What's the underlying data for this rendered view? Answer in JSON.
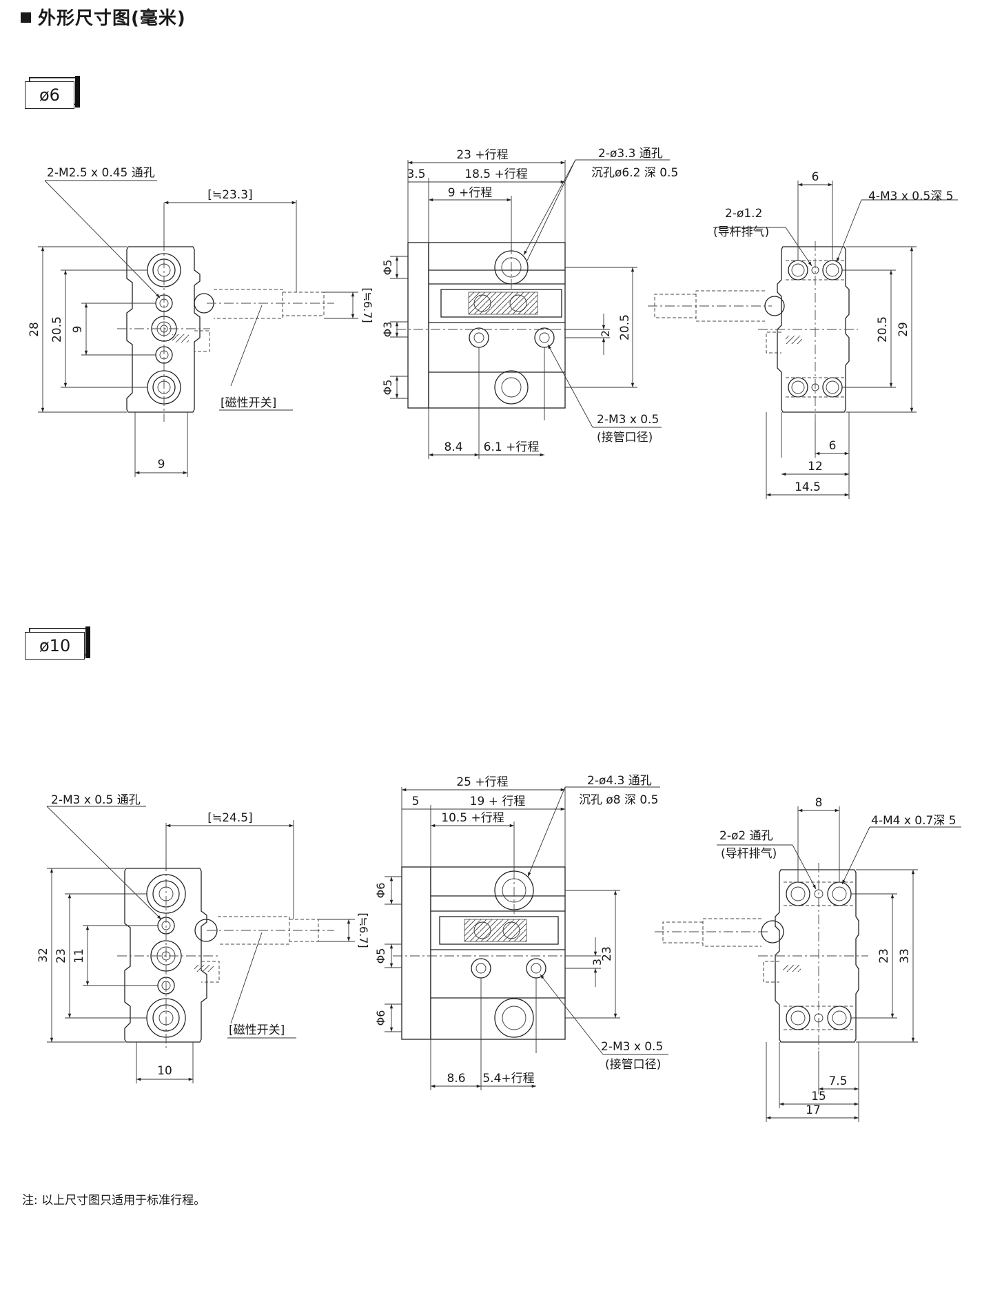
{
  "title": "外形尺寸图(毫米)",
  "note": "注: 以上尺寸图只适用于标准行程。",
  "sections": [
    {
      "tab": "ø6",
      "left": {
        "thread_note": "2-M2.5 x 0.45 通孔",
        "dim_top": "[≒23.3]",
        "dim_side": "[≒6.7]",
        "dim_h1": "28",
        "dim_h2": "20.5",
        "dim_h3": "9",
        "dim_w": "9",
        "switch": "[磁性开关]"
      },
      "middle": {
        "dim_total": "23 +行程",
        "dim_a": "3.5",
        "dim_b": "18.5 +行程",
        "dim_c": "9 +行程",
        "hole_note1": "2-ø3.3 通孔",
        "hole_note2": "沉孔ø6.2 深 0.5",
        "phi_top": "Φ5",
        "phi_mid": "Φ3",
        "phi_bot": "Φ5",
        "dim_v_small": "2",
        "dim_v": "20.5",
        "dim_bl": "8.4",
        "dim_br": "6.1 +行程",
        "port_note1": "2-M3 x 0.5",
        "port_note2": "(接管口径)"
      },
      "right": {
        "dim_top": "6",
        "vent_note1": "2-ø1.2",
        "vent_note2": "(导杆排气)",
        "thread_note": "4-M3 x 0.5深 5",
        "dim_v1": "20.5",
        "dim_v2": "29",
        "dim_b1": "6",
        "dim_b2": "12",
        "dim_b3": "14.5"
      }
    },
    {
      "tab": "ø10",
      "left": {
        "thread_note": "2-M3 x 0.5 通孔",
        "dim_top": "[≒24.5]",
        "dim_side": "[≒6.7]",
        "dim_h1": "32",
        "dim_h2": "23",
        "dim_h3": "11",
        "dim_w": "10",
        "switch": "[磁性开关]"
      },
      "middle": {
        "dim_total": "25 +行程",
        "dim_a": "5",
        "dim_b": "19 + 行程",
        "dim_c": "10.5 +行程",
        "hole_note1": "2-ø4.3 通孔",
        "hole_note2": "沉孔 ø8 深 0.5",
        "phi_top": "Φ6",
        "phi_mid": "Φ5",
        "phi_bot": "Φ6",
        "dim_v_small": "3",
        "dim_v": "23",
        "dim_bl": "8.6",
        "dim_br": "5.4+行程",
        "port_note1": "2-M3 x 0.5",
        "port_note2": "(接管口径)"
      },
      "right": {
        "dim_top": "8",
        "vent_note1": "2-ø2 通孔",
        "vent_note2": "(导杆排气)",
        "thread_note": "4-M4 x 0.7深 5",
        "dim_v1": "23",
        "dim_v2": "33",
        "dim_b1": "7.5",
        "dim_b2": "15",
        "dim_b3": "17"
      }
    }
  ]
}
